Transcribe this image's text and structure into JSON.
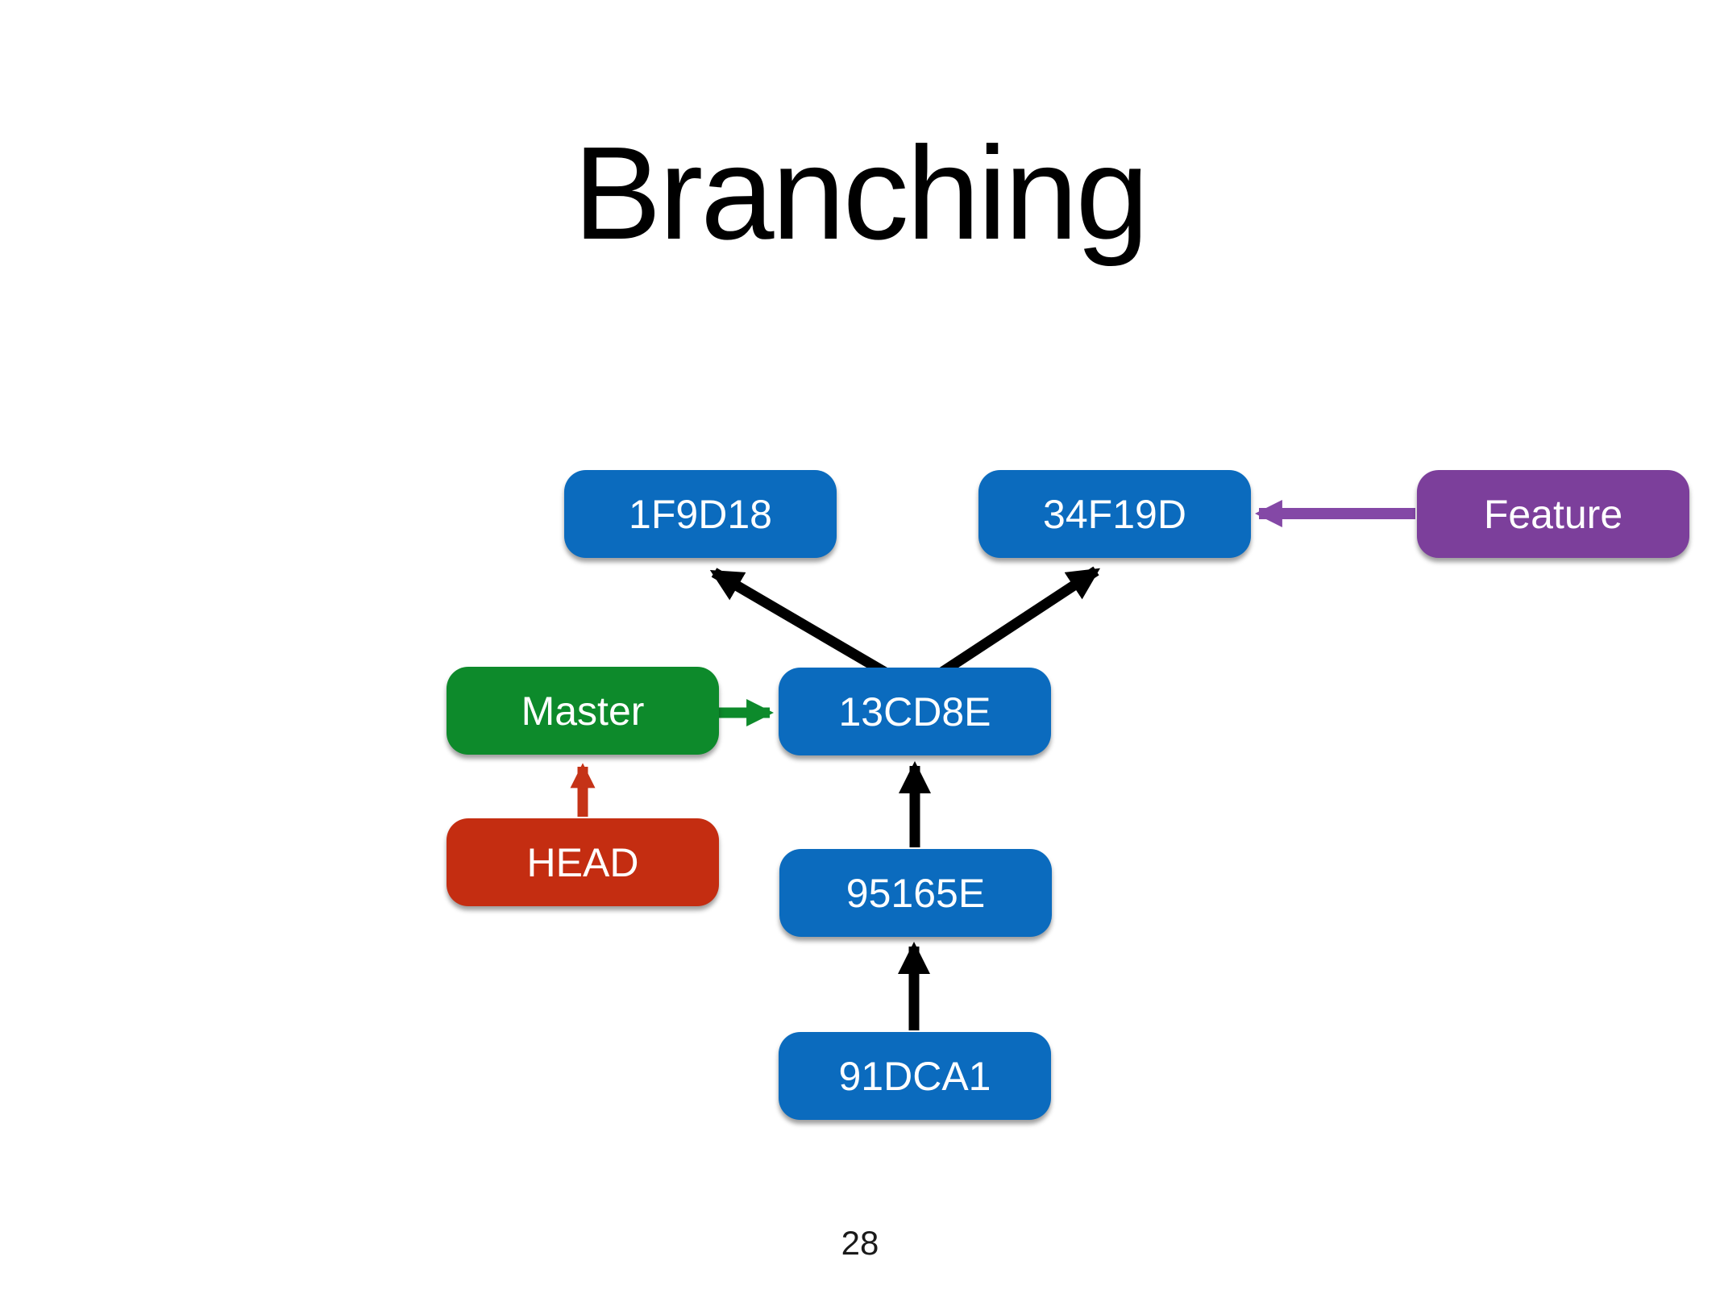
{
  "slide": {
    "title": "Branching",
    "page_number": "28"
  },
  "colors": {
    "commit_blue": "#0B6BBE",
    "branch_green": "#0D8A2B",
    "head_red": "#C42D11",
    "feature_purple": "#7C3F9B",
    "arrow_black": "#000000",
    "arrow_green": "#0D8A2B",
    "arrow_red": "#C53317",
    "arrow_purple": "#8448A6",
    "node_text": "#FFFFFF"
  },
  "nodes": {
    "commit_1f9d18": {
      "label": "1F9D18"
    },
    "commit_34f19d": {
      "label": "34F19D"
    },
    "commit_13cd8e": {
      "label": "13CD8E"
    },
    "commit_95165e": {
      "label": "95165E"
    },
    "commit_91dca1": {
      "label": "91DCA1"
    },
    "branch_master": {
      "label": "Master"
    },
    "branch_feature": {
      "label": "Feature"
    },
    "head": {
      "label": "HEAD"
    }
  },
  "edges": [
    {
      "from": "13CD8E",
      "to": "1F9D18",
      "color_key": "arrow_black"
    },
    {
      "from": "13CD8E",
      "to": "34F19D",
      "color_key": "arrow_black"
    },
    {
      "from": "95165E",
      "to": "13CD8E",
      "color_key": "arrow_black"
    },
    {
      "from": "91DCA1",
      "to": "95165E",
      "color_key": "arrow_black"
    },
    {
      "from": "HEAD",
      "to": "Master",
      "color_key": "arrow_red"
    },
    {
      "from": "Master",
      "to": "13CD8E",
      "color_key": "arrow_green"
    },
    {
      "from": "Feature",
      "to": "34F19D",
      "color_key": "arrow_purple"
    }
  ]
}
